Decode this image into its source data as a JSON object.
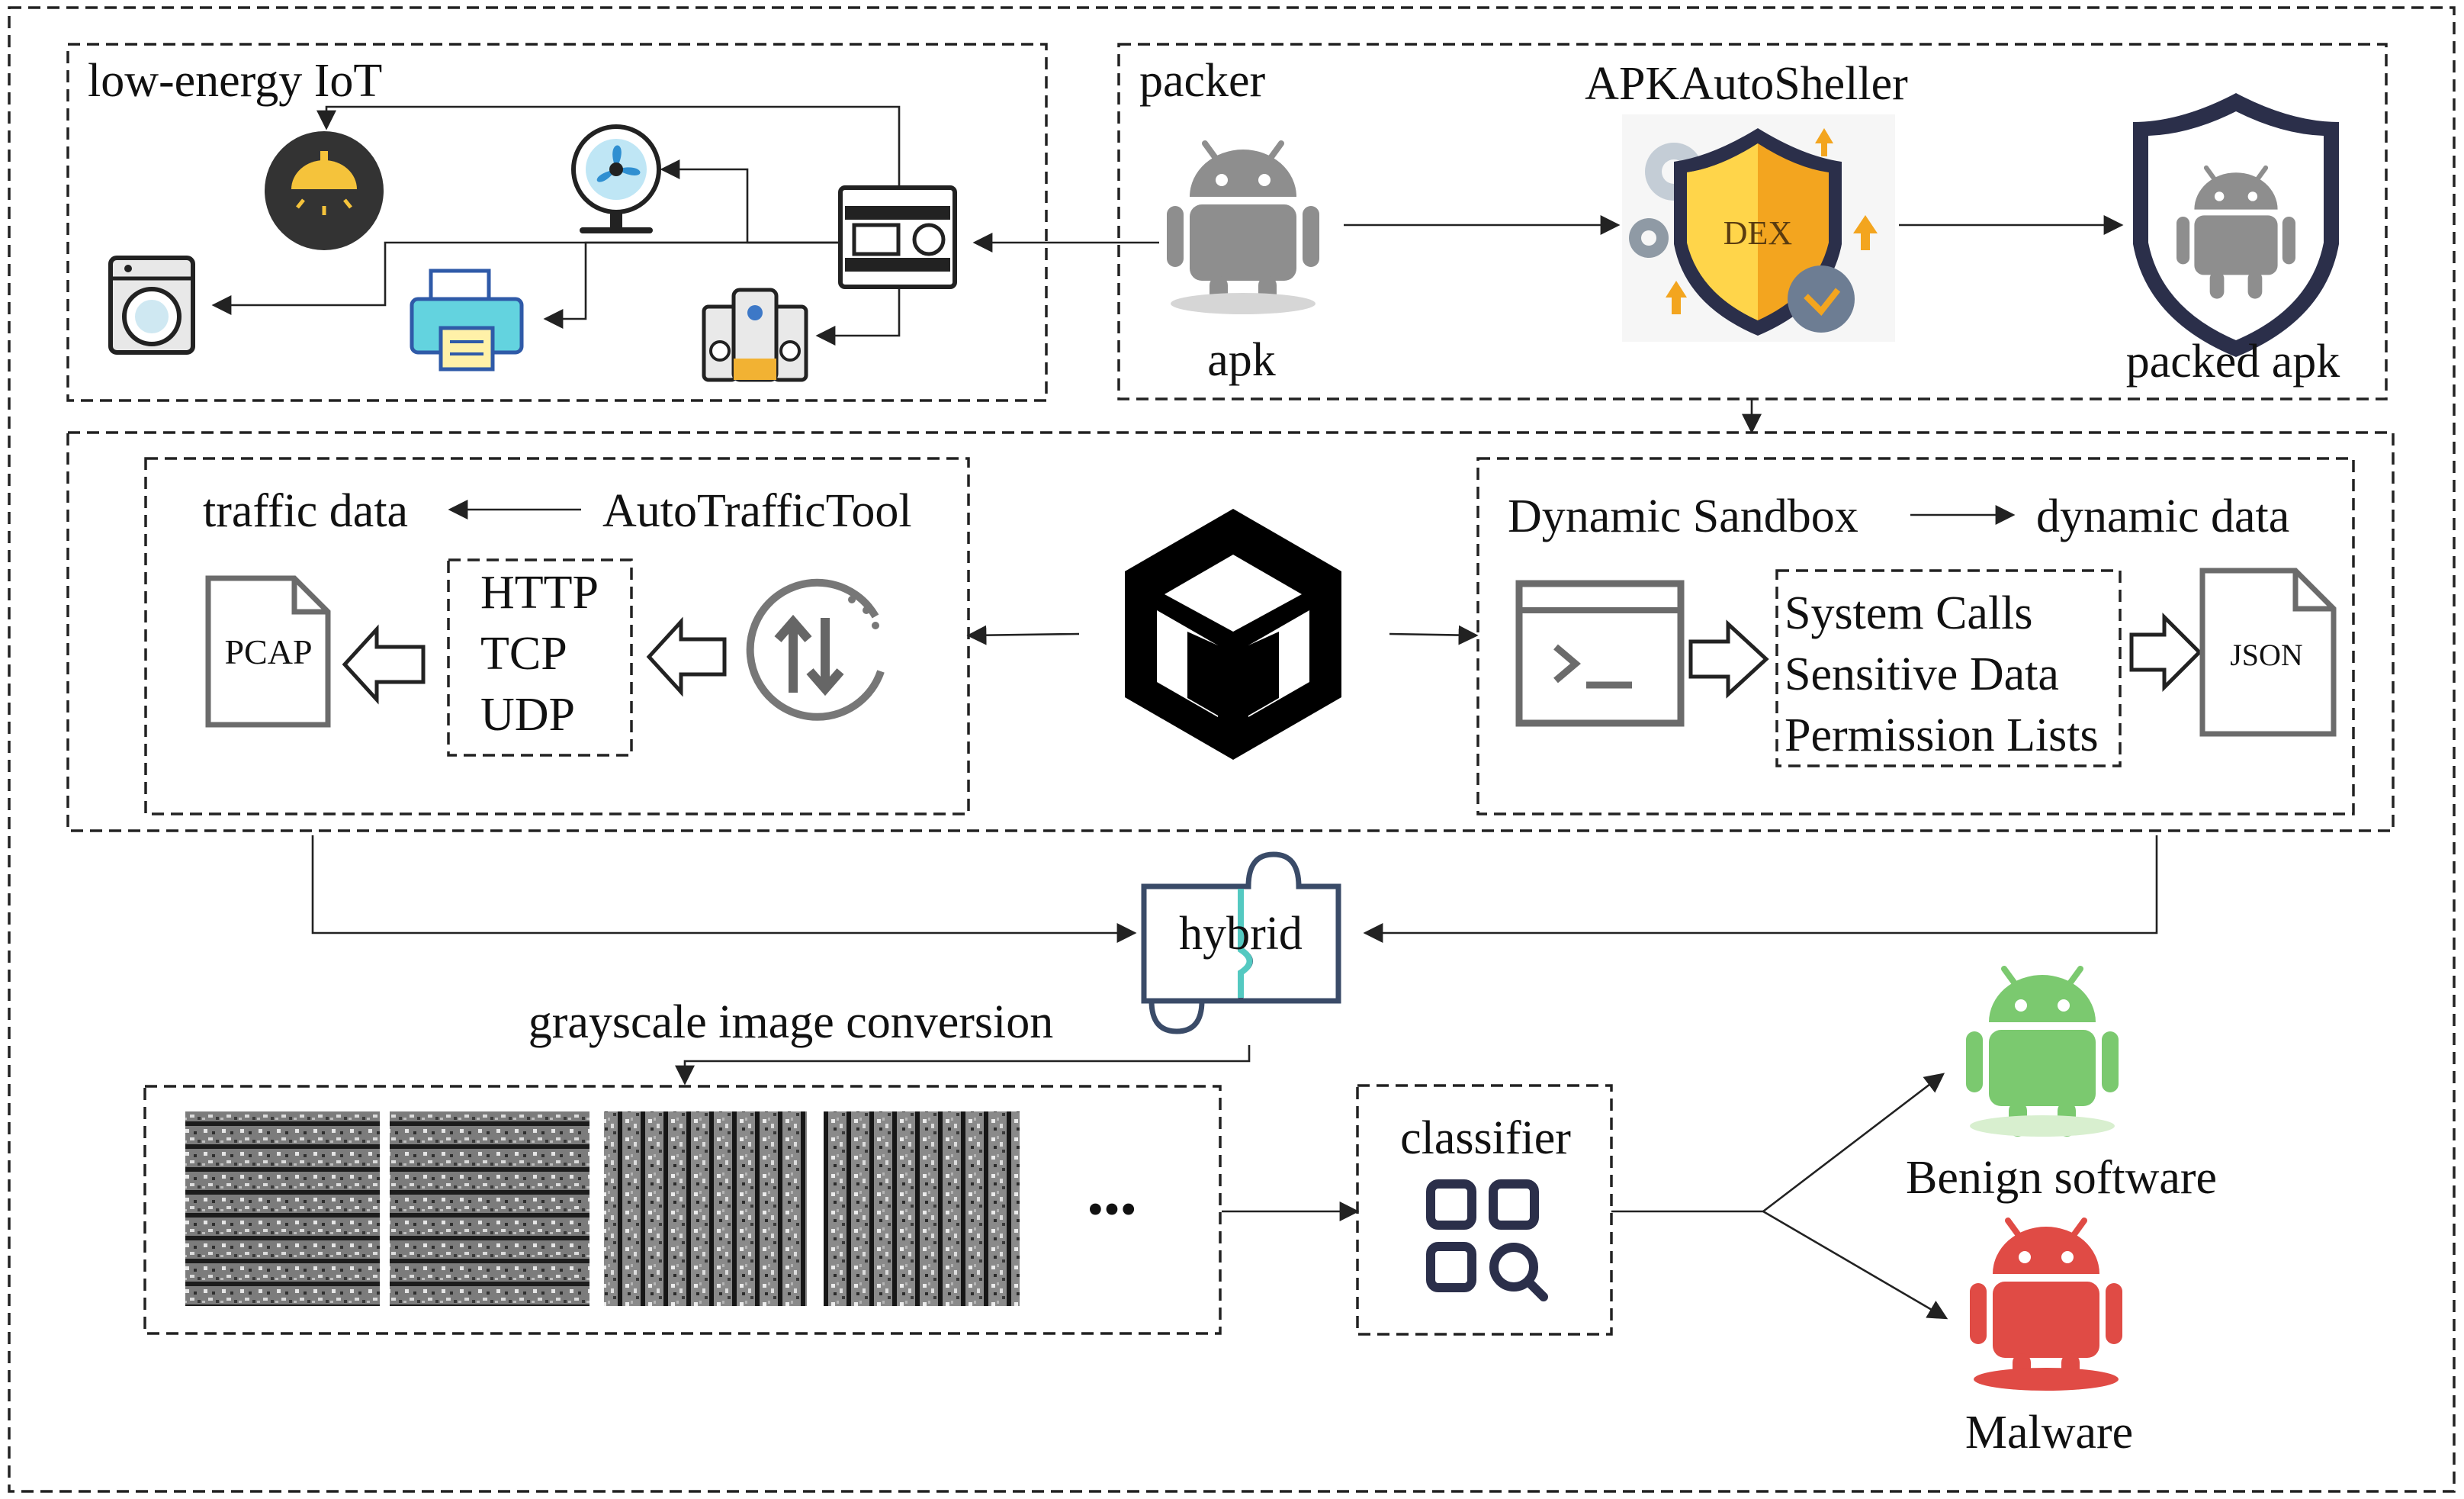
{
  "iot": {
    "title": "low-energy IoT",
    "devices": [
      "lamp-icon",
      "fan-icon",
      "washing-machine-icon",
      "printer-icon",
      "speaker-icon",
      "controller-icon"
    ]
  },
  "packer": {
    "title": "packer",
    "tool": "APKAutoSheller",
    "input_label": "apk",
    "shield_text": "DEX",
    "output_label": "packed apk"
  },
  "traffic": {
    "title": "traffic data",
    "tool": "AutoTrafficTool",
    "protocols": [
      "HTTP",
      "TCP",
      "UDP"
    ],
    "file_label": "PCAP"
  },
  "dynamic": {
    "tool": "Dynamic Sandbox",
    "title": "dynamic data",
    "features": [
      "System Calls",
      "Sensitive Data",
      "Permission Lists"
    ],
    "file_label": "JSON"
  },
  "hybrid": {
    "label": "hybrid"
  },
  "conversion": {
    "label": "grayscale image conversion",
    "ellipsis": "•••"
  },
  "classifier": {
    "label": "classifier"
  },
  "results": {
    "benign": "Benign software",
    "malware": "Malware"
  },
  "colors": {
    "android_gray": "#8e8e8e",
    "android_green": "#7bc96f",
    "android_red": "#e04b45",
    "shield_orange": "#f3a51f",
    "shield_navy": "#2b2f4a",
    "accent_teal": "#54c9c1"
  }
}
